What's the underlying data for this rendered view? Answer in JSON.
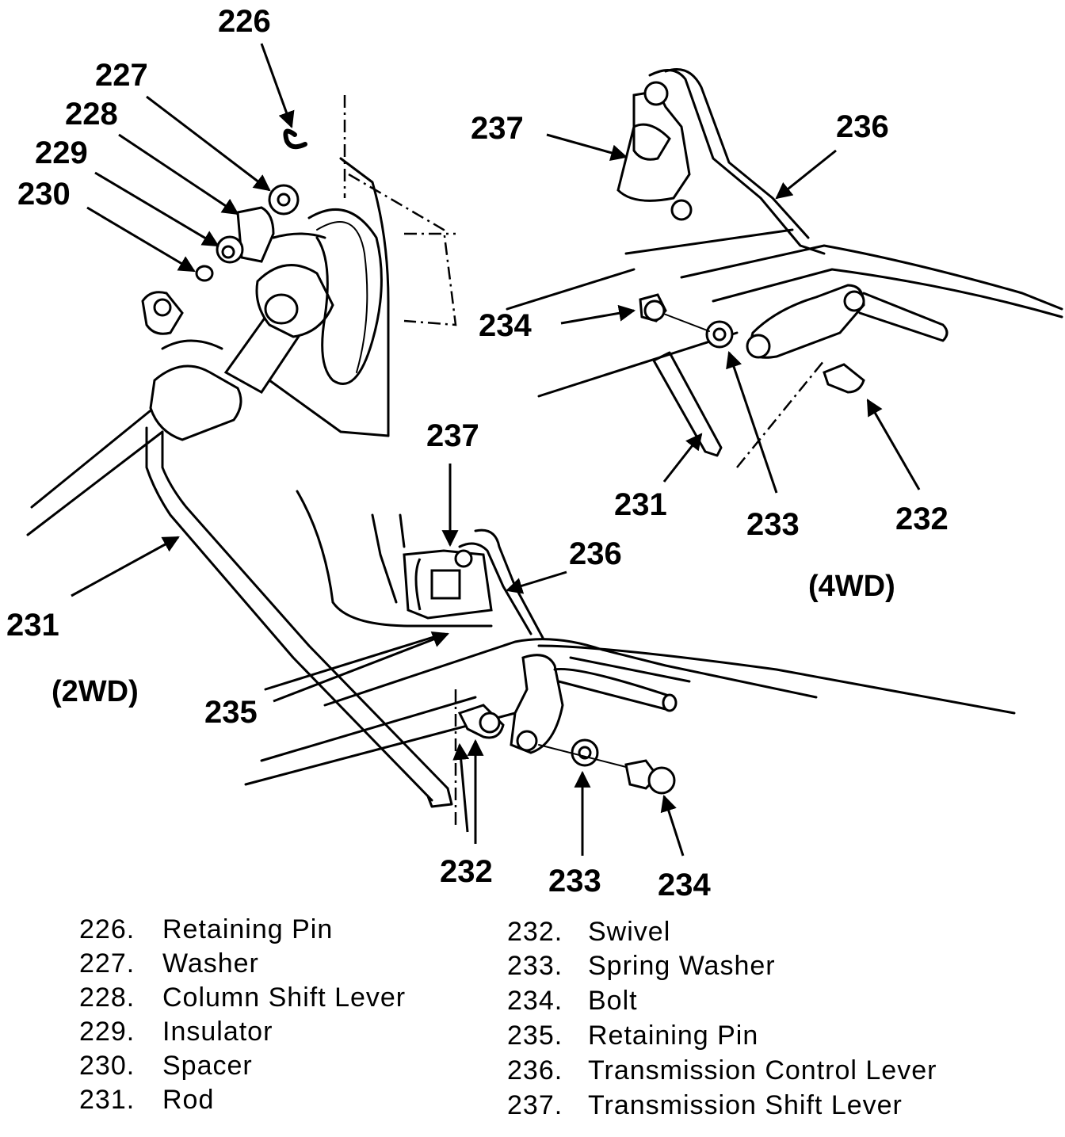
{
  "callouts": {
    "c226": "226",
    "c227": "227",
    "c228": "228",
    "c229": "229",
    "c230": "230",
    "c231_left": "231",
    "c235": "235",
    "c237_2wd": "237",
    "c236_2wd": "236",
    "c232_2wd": "232",
    "c233_2wd": "233",
    "c234_2wd": "234",
    "c237_4wd": "237",
    "c236_4wd": "236",
    "c234_4wd": "234",
    "c231_4wd": "231",
    "c233_4wd": "233",
    "c232_4wd": "232"
  },
  "captions": {
    "two_wd": "(2WD)",
    "four_wd": "(4WD)"
  },
  "legend": [
    {
      "num": "226.",
      "name": "Retaining Pin"
    },
    {
      "num": "227.",
      "name": "Washer"
    },
    {
      "num": "228.",
      "name": "Column Shift Lever"
    },
    {
      "num": "229.",
      "name": "Insulator"
    },
    {
      "num": "230.",
      "name": "Spacer"
    },
    {
      "num": "231.",
      "name": "Rod"
    },
    {
      "num": "232.",
      "name": "Swivel"
    },
    {
      "num": "233.",
      "name": "Spring Washer"
    },
    {
      "num": "234.",
      "name": "Bolt"
    },
    {
      "num": "235.",
      "name": "Retaining Pin"
    },
    {
      "num": "236.",
      "name": "Transmission Control Lever"
    },
    {
      "num": "237.",
      "name": "Transmission Shift Lever"
    }
  ]
}
